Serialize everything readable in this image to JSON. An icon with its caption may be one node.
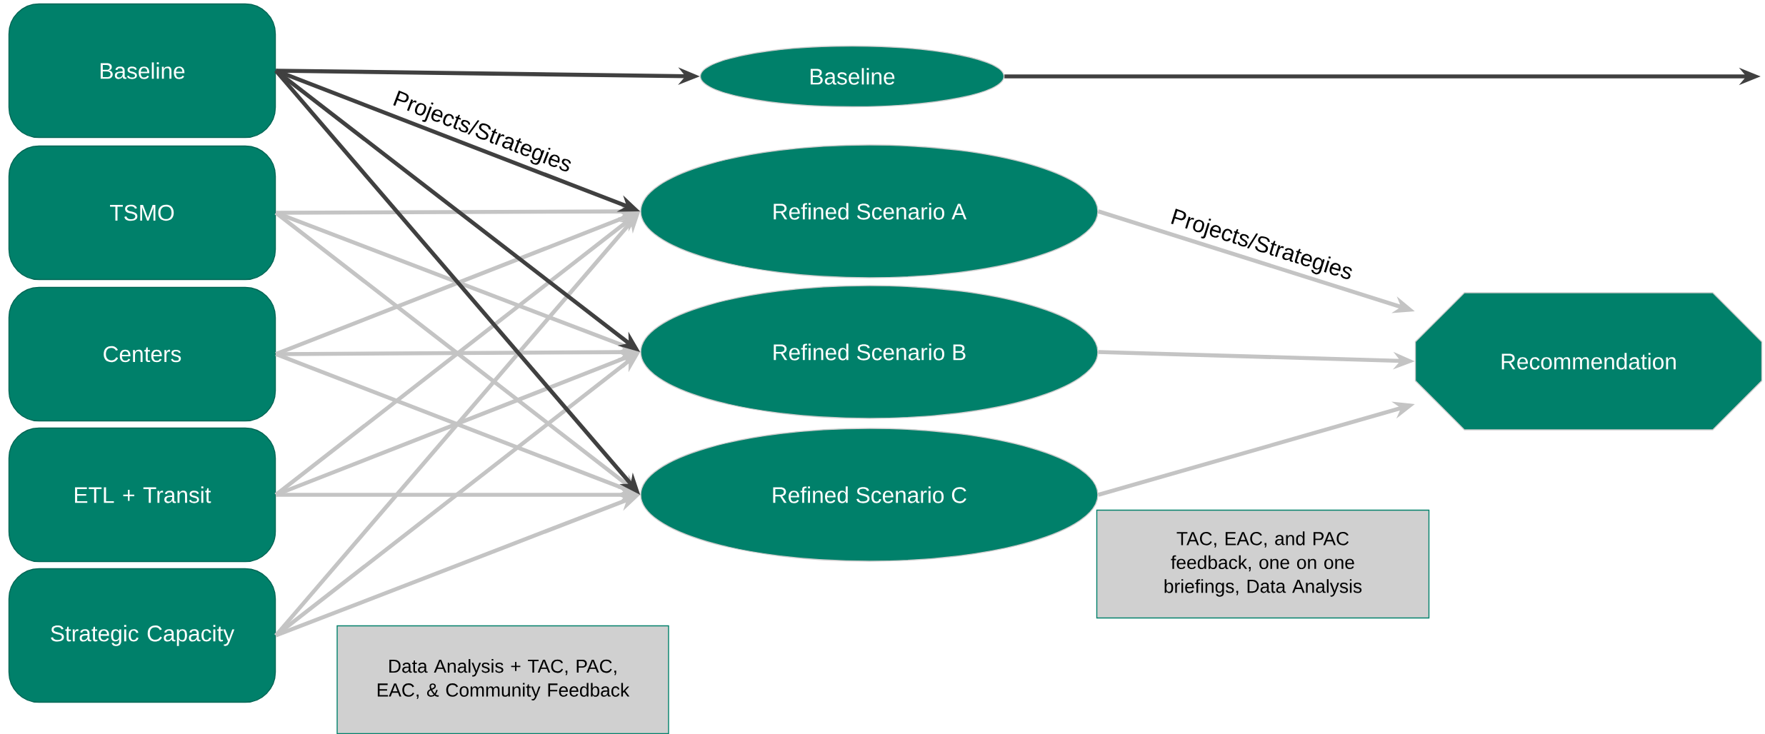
{
  "diagram": {
    "nodes": [
      {
        "text": [
          "Baseline"
        ]
      },
      {
        "text": [
          "TSMO"
        ]
      },
      {
        "text": [
          "Centers"
        ]
      },
      {
        "text": [
          "ETL + Transit"
        ]
      },
      {
        "text": [
          "Strategic Capacity"
        ]
      },
      {
        "text": [
          "Baseline"
        ]
      },
      {
        "text": [
          "Refined Scenario A"
        ]
      },
      {
        "text": [
          "Refined Scenario B"
        ]
      },
      {
        "text": [
          "Refined Scenario C"
        ]
      },
      {
        "text": [
          "Recommendation"
        ]
      },
      {
        "text": [
          "Data Analysis + TAC, PAC, EAC, & Community Feedback"
        ]
      },
      {
        "text": [
          "TAC, EAC, and PAC feedback, one on one briefings, Data Analysis"
        ]
      }
    ],
    "edges": [
      {
        "from": 0,
        "to": 5,
        "arrow": "to",
        "color": "#404040"
      },
      {
        "from": 0,
        "to": 6,
        "arrow": "to",
        "color": "#404040",
        "label": "Projects/Strategies"
      },
      {
        "from": 0,
        "to": 7,
        "arrow": "to",
        "color": "#404040"
      },
      {
        "from": 0,
        "to": 8,
        "arrow": "to",
        "color": "#404040"
      },
      {
        "from": 1,
        "to": 6,
        "arrow": "to"
      },
      {
        "from": 1,
        "to": 7,
        "arrow": "to"
      },
      {
        "from": 1,
        "to": 8,
        "arrow": "to"
      },
      {
        "from": 2,
        "to": 6,
        "arrow": "to"
      },
      {
        "from": 2,
        "to": 7,
        "arrow": "to"
      },
      {
        "from": 2,
        "to": 8,
        "arrow": "to"
      },
      {
        "from": 3,
        "to": 6,
        "arrow": "to"
      },
      {
        "from": 3,
        "to": 7,
        "arrow": "to"
      },
      {
        "from": 3,
        "to": 8,
        "arrow": "to"
      },
      {
        "from": 4,
        "to": 6,
        "arrow": "to"
      },
      {
        "from": 4,
        "to": 7,
        "arrow": "to"
      },
      {
        "from": 4,
        "to": 8,
        "arrow": "to"
      },
      {
        "from": 5,
        "to": null,
        "arrow": "to",
        "color": "#404040"
      },
      {
        "from": 6,
        "to": 9,
        "arrow": "to",
        "label": "Projects/Strategies"
      },
      {
        "from": 7,
        "to": 9,
        "arrow": "to"
      },
      {
        "from": 8,
        "to": 9,
        "arrow": "to"
      }
    ]
  }
}
